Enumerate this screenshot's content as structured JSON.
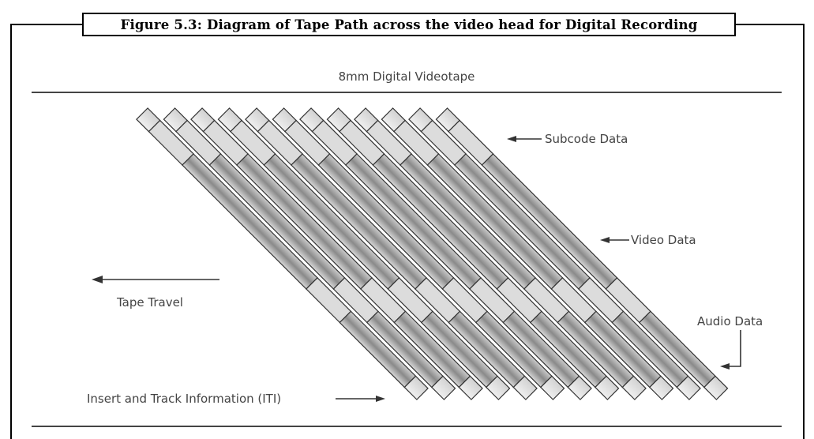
{
  "caption": "Figure 5.3: Diagram of Tape Path across the video head for Digital Recording",
  "diagram": {
    "title": "8mm Digital Videotape",
    "labels": {
      "subcode": "Subcode Data",
      "video": "Video Data",
      "tape_travel": "Tape Travel",
      "audio": "Audio Data",
      "iti": "Insert and Track Information (ITI)"
    },
    "track_count": 12,
    "colors": {
      "track_fill_light": "#e6e6e6",
      "track_fill_dark": "#7c7c7c",
      "outline": "#333333",
      "text": "#444444"
    }
  }
}
